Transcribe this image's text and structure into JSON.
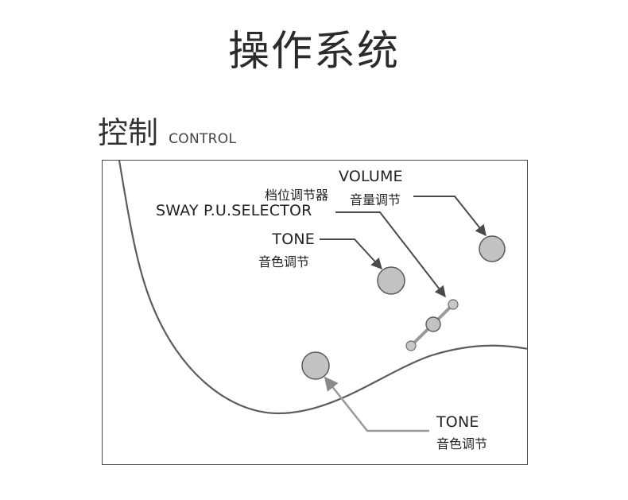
{
  "page": {
    "title": "操作系统"
  },
  "section": {
    "title_cn": "控制",
    "title_en": "CONTROL"
  },
  "labels": {
    "volume": {
      "en": "VOLUME",
      "cn": "音量调节"
    },
    "selector": {
      "cn": "档位调节器",
      "en": "SWAY P.U.SELECTOR"
    },
    "tone_upper": {
      "en": "TONE",
      "cn": "音色调节"
    },
    "tone_lower": {
      "en": "TONE",
      "cn": "音色调节"
    }
  },
  "colors": {
    "knob_fill": "#c2c2c2",
    "knob_stroke": "#5a5a5a",
    "leader": "#4a4a4a",
    "leader_light": "#9a9a9a",
    "body_outline": "#555555"
  }
}
